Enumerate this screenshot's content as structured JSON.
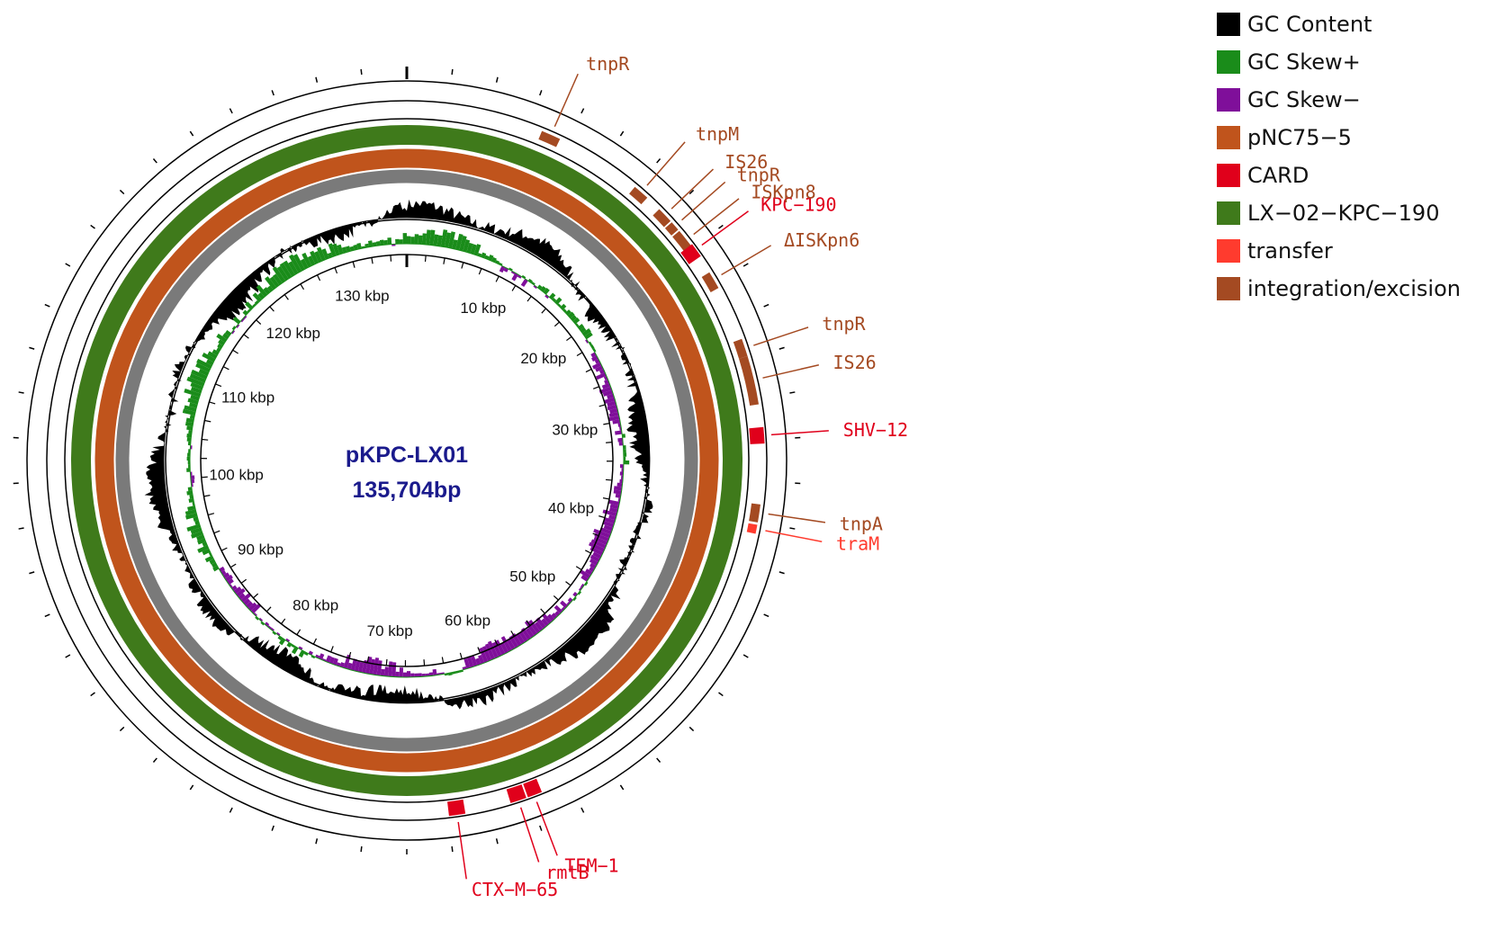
{
  "plasmid": {
    "name": "pKPC-LX01",
    "size_label": "135,704bp",
    "length_bp": 135704
  },
  "colors": {
    "gc_content": "#000000",
    "gc_skew_plus": "#1a8c1a",
    "gc_skew_minus": "#7f0f9a",
    "pnc75_5": "#c0541c",
    "card": "#e0001b",
    "lx02_kpc190": "#3f7a1b",
    "transfer": "#ff3b2e",
    "integration": "#a44a22",
    "backbone": "#7a7a7a",
    "title": "#1a1a8c"
  },
  "legend": [
    {
      "label": "GC Content",
      "color": "#000000"
    },
    {
      "label": "GC Skew+",
      "color": "#1a8c1a"
    },
    {
      "label": "GC Skew−",
      "color": "#7f0f9a"
    },
    {
      "label": "pNC75−5",
      "color": "#c0541c"
    },
    {
      "label": "CARD",
      "color": "#e0001b"
    },
    {
      "label": "LX−02−KPC−190",
      "color": "#3f7a1b"
    },
    {
      "label": "transfer",
      "color": "#ff3b2e"
    },
    {
      "label": "integration/excision",
      "color": "#a44a22"
    }
  ],
  "scale_ticks": [
    {
      "kbp": 10,
      "label": "10 kbp"
    },
    {
      "kbp": 20,
      "label": "20 kbp"
    },
    {
      "kbp": 30,
      "label": "30 kbp"
    },
    {
      "kbp": 40,
      "label": "40 kbp"
    },
    {
      "kbp": 50,
      "label": "50 kbp"
    },
    {
      "kbp": 60,
      "label": "60 kbp"
    },
    {
      "kbp": 70,
      "label": "70 kbp"
    },
    {
      "kbp": 80,
      "label": "80 kbp"
    },
    {
      "kbp": 90,
      "label": "90 kbp"
    },
    {
      "kbp": 100,
      "label": "100 kbp"
    },
    {
      "kbp": 110,
      "label": "110 kbp"
    },
    {
      "kbp": 120,
      "label": "120 kbp"
    },
    {
      "kbp": 130,
      "label": "130 kbp"
    }
  ],
  "features": [
    {
      "label": "tnpR",
      "type": "integration",
      "start_kbp": 8.4,
      "end_kbp": 9.6
    },
    {
      "label": "tnpM",
      "type": "integration",
      "start_kbp": 15.0,
      "end_kbp": 16.0
    },
    {
      "label": "IS26",
      "type": "integration",
      "start_kbp": 17.0,
      "end_kbp": 18.0
    },
    {
      "label": "tnpR",
      "type": "integration",
      "start_kbp": 18.1,
      "end_kbp": 18.7
    },
    {
      "label": "ISKpn8",
      "type": "integration",
      "start_kbp": 18.8,
      "end_kbp": 20.2
    },
    {
      "label": "KPC-190",
      "type": "card",
      "start_kbp": 19.9,
      "end_kbp": 20.8
    },
    {
      "label": "ΔISKpn6",
      "type": "integration",
      "start_kbp": 21.9,
      "end_kbp": 23.0
    },
    {
      "label": "tnpR",
      "type": "integration",
      "start_kbp": 26.4,
      "end_kbp": 27.5
    },
    {
      "label": "IS26",
      "type": "integration",
      "start_kbp": 27.5,
      "end_kbp": 30.5
    },
    {
      "label": "SHV-12",
      "type": "card",
      "start_kbp": 31.9,
      "end_kbp": 32.9
    },
    {
      "label": "tnpA",
      "type": "integration",
      "start_kbp": 36.6,
      "end_kbp": 37.7
    },
    {
      "label": "traM",
      "type": "transfer",
      "start_kbp": 37.85,
      "end_kbp": 38.4
    },
    {
      "label": "TEM-1",
      "type": "card",
      "start_kbp": 60.5,
      "end_kbp": 61.5
    },
    {
      "label": "rmtB",
      "type": "card",
      "start_kbp": 59.5,
      "end_kbp": 60.4
    },
    {
      "label": "CTX-M-65",
      "type": "card",
      "start_kbp": 64.3,
      "end_kbp": 65.3
    }
  ],
  "feature_labels": [
    {
      "text": "tnpR",
      "type": "integration",
      "at_kbp": 9.0
    },
    {
      "text": "tnpM",
      "type": "integration",
      "at_kbp": 15.5
    },
    {
      "text": "IS26",
      "type": "integration",
      "at_kbp": 17.5
    },
    {
      "text": "tnpR",
      "type": "integration",
      "at_kbp": 18.4
    },
    {
      "text": "KPC−190",
      "type": "card",
      "at_kbp": 20.3
    },
    {
      "text": "ISKpn8",
      "type": "integration",
      "at_kbp": 19.5
    },
    {
      "text": "ΔISKpn6",
      "type": "integration",
      "at_kbp": 22.4
    },
    {
      "text": "tnpR",
      "type": "integration",
      "at_kbp": 27.0
    },
    {
      "text": "IS26",
      "type": "integration",
      "at_kbp": 29.0
    },
    {
      "text": "SHV−12",
      "type": "card",
      "at_kbp": 32.4
    },
    {
      "text": "tnpA",
      "type": "integration",
      "at_kbp": 37.1
    },
    {
      "text": "traM",
      "type": "transfer",
      "at_kbp": 38.1
    },
    {
      "text": "TEM−1",
      "type": "card",
      "at_kbp": 60.0
    },
    {
      "text": "rmtB",
      "type": "card",
      "at_kbp": 61.0
    },
    {
      "text": "CTX−M−65",
      "type": "card",
      "at_kbp": 64.8
    }
  ]
}
